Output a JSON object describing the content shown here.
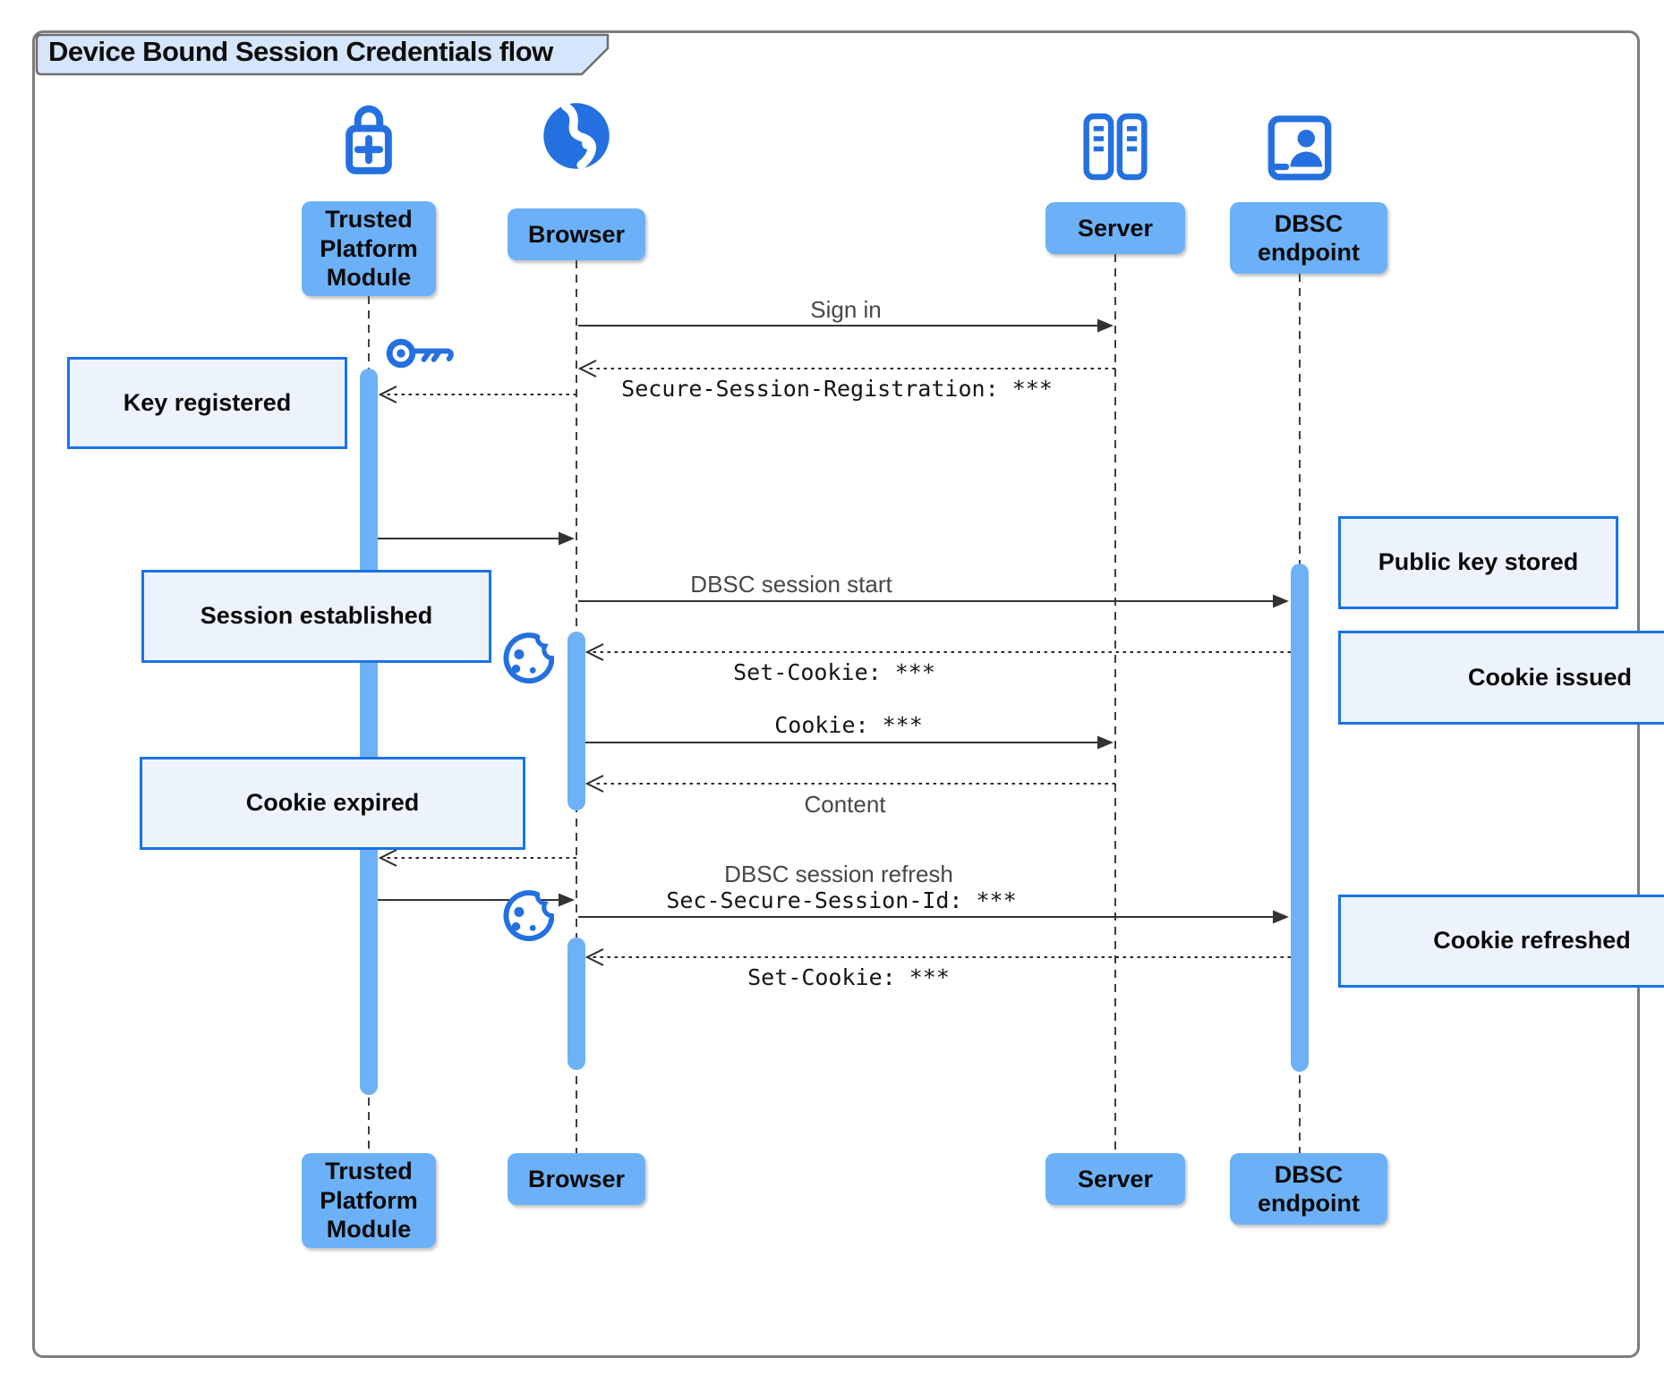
{
  "title": "Device Bound Session Credentials flow",
  "participants": [
    {
      "id": "tpm",
      "label": "Trusted Platform Module",
      "icon": "lock-plus-icon"
    },
    {
      "id": "browser",
      "label": "Browser",
      "icon": "globe-icon"
    },
    {
      "id": "server",
      "label": "Server",
      "icon": "server-icon"
    },
    {
      "id": "dbsc",
      "label": "DBSC endpoint",
      "icon": "person-badge-icon"
    }
  ],
  "messages": [
    {
      "from": "Browser",
      "to": "Server",
      "label": "Sign in",
      "line": "solid"
    },
    {
      "from": "Server",
      "to": "Browser",
      "label": "Secure-Session-Registration: ***",
      "line": "dashed"
    },
    {
      "from": "Browser",
      "to": "Trusted Platform Module",
      "label": "",
      "line": "dashed"
    },
    {
      "from": "Trusted Platform Module",
      "to": "Browser",
      "label": "",
      "line": "solid"
    },
    {
      "from": "Browser",
      "to": "DBSC endpoint",
      "label": "DBSC session start",
      "line": "solid"
    },
    {
      "from": "DBSC endpoint",
      "to": "Browser",
      "label": "Set-Cookie: ***",
      "line": "dashed"
    },
    {
      "from": "Browser",
      "to": "Server",
      "label": "Cookie: ***",
      "line": "solid"
    },
    {
      "from": "Server",
      "to": "Browser",
      "label": "Content",
      "line": "dashed"
    },
    {
      "from": "Browser",
      "to": "Trusted Platform Module",
      "label": "",
      "line": "dashed"
    },
    {
      "from": "Trusted Platform Module",
      "to": "Browser",
      "label": "",
      "line": "solid"
    },
    {
      "from": "Browser",
      "to": "DBSC endpoint",
      "label": "DBSC session refresh",
      "label2": "Sec-Secure-Session-Id: ***",
      "line": "solid"
    },
    {
      "from": "DBSC endpoint",
      "to": "Browser",
      "label": "Set-Cookie: ***",
      "line": "dashed"
    }
  ],
  "notes": [
    {
      "label": "Key registered"
    },
    {
      "label": "Session established"
    },
    {
      "label": "Cookie expired"
    },
    {
      "label": "Public key stored"
    },
    {
      "label": "Cookie issued"
    },
    {
      "label": "Cookie refreshed"
    }
  ],
  "icons": [
    "lock-plus-icon",
    "globe-icon",
    "server-icon",
    "person-badge-icon",
    "key-icon",
    "cookie-icon"
  ],
  "colors": {
    "accent_blue": "#1a73e8",
    "icon_blue": "#2470e0",
    "participant_fill": "#6cb1f8",
    "activation_fill": "#6fb1f7",
    "note_fill": "#edf3fc",
    "title_tab_fill": "#d5e5fb",
    "frame_border": "#7d7d7d",
    "line_color": "#333333"
  }
}
